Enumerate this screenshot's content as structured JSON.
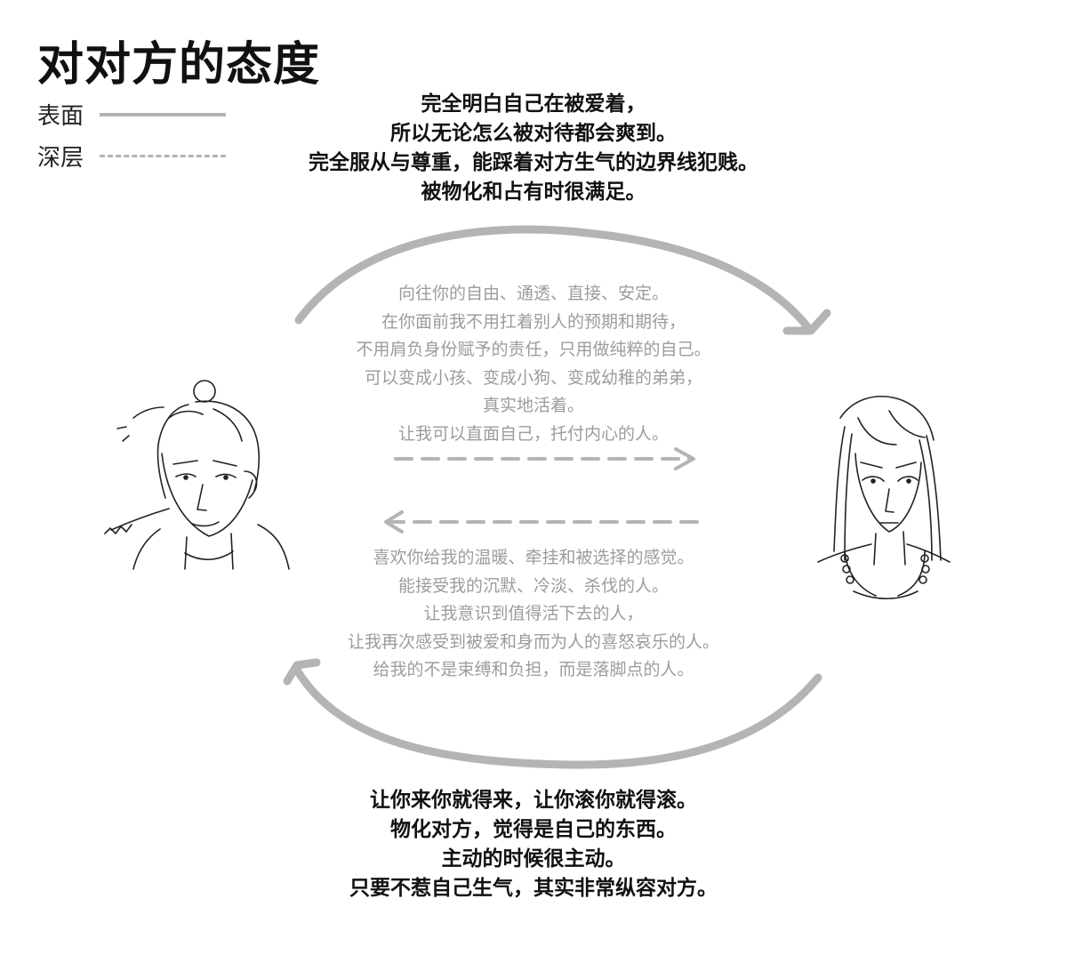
{
  "title": "对对方的态度",
  "legend": [
    {
      "label": "表面",
      "style": "solid"
    },
    {
      "label": "深层",
      "style": "dashed"
    }
  ],
  "top_surface": [
    "完全明白自己在被爱着，",
    "所以无论怎么被对待都会爽到。",
    "完全服从与尊重，能踩着对方生气的边界线犯贱。",
    "被物化和占有时很满足。"
  ],
  "upper_deep": [
    "向往你的自由、通透、直接、安定。",
    "在你面前我不用扛着别人的预期和期待，",
    "不用肩负身份赋予的责任，只用做纯粹的自己。",
    "可以变成小孩、变成小狗、变成幼稚的弟弟，",
    "真实地活着。",
    "让我可以直面自己，托付内心的人。"
  ],
  "lower_deep": [
    "喜欢你给我的温暖、牵挂和被选择的感觉。",
    "能接受我的沉默、冷淡、杀伐的人。",
    "让我意识到值得活下去的人，",
    "让我再次感受到被爱和身而为人的喜怒哀乐的人。",
    "给我的不是束缚和负担，而是落脚点的人。"
  ],
  "bottom_surface": [
    "让你来你就得来，让你滚你就得滚。",
    "物化对方，觉得是自己的东西。",
    "主动的时候很主动。",
    "只要不惹自己生气，其实非常纵容对方。"
  ],
  "colors": {
    "text": "#111111",
    "deep_text": "#9c9c9c",
    "arrow": "#b4b4b4"
  }
}
